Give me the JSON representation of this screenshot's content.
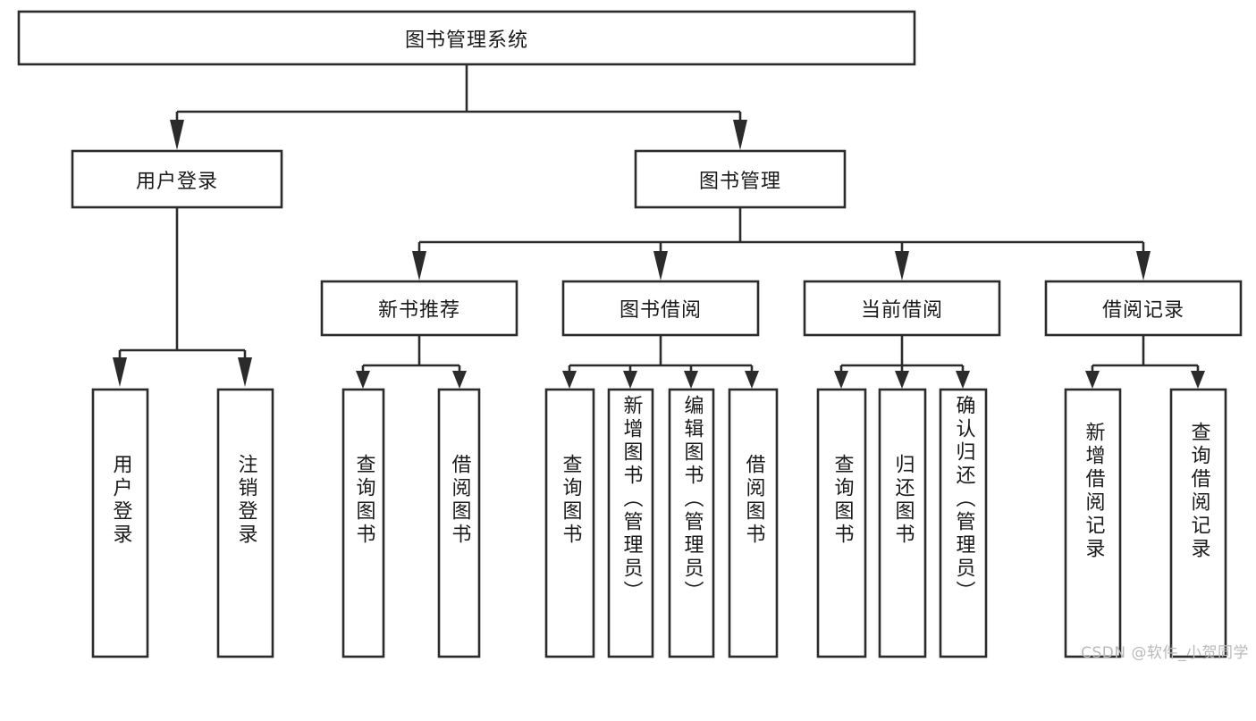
{
  "diagram": {
    "type": "tree-hierarchy-flowchart",
    "title": "图书管理系统",
    "orientation": "top-down",
    "colors": {
      "box_fill": "#ffffff",
      "box_stroke": "#2b2b2b",
      "text": "#1a1a1a",
      "background": "#ffffff",
      "watermark": "#b9b9b9"
    },
    "levels": {
      "root": {
        "label": "图书管理系统"
      },
      "level2": [
        {
          "label": "用户登录"
        },
        {
          "label": "图书管理"
        }
      ],
      "level3": [
        {
          "label": "新书推荐"
        },
        {
          "label": "图书借阅"
        },
        {
          "label": "当前借阅"
        },
        {
          "label": "借阅记录"
        }
      ]
    },
    "leaves": {
      "user_login": [
        {
          "label": "用户登录"
        },
        {
          "label": "注销登录"
        }
      ],
      "new_book_recommend": [
        {
          "label": "查询图书"
        },
        {
          "label": "借阅图书"
        }
      ],
      "book_borrow": [
        {
          "label": "查询图书"
        },
        {
          "label": "新增图书（管理员）"
        },
        {
          "label": "编辑图书（管理员）"
        },
        {
          "label": "借阅图书"
        }
      ],
      "current_borrow": [
        {
          "label": "查询图书"
        },
        {
          "label": "归还图书"
        },
        {
          "label": "确认归还（管理员）"
        }
      ],
      "borrow_records": [
        {
          "label": "新增借阅记录"
        },
        {
          "label": "查询借阅记录"
        }
      ]
    }
  },
  "watermark": {
    "text": "CSDN @软件_小贺同学"
  }
}
